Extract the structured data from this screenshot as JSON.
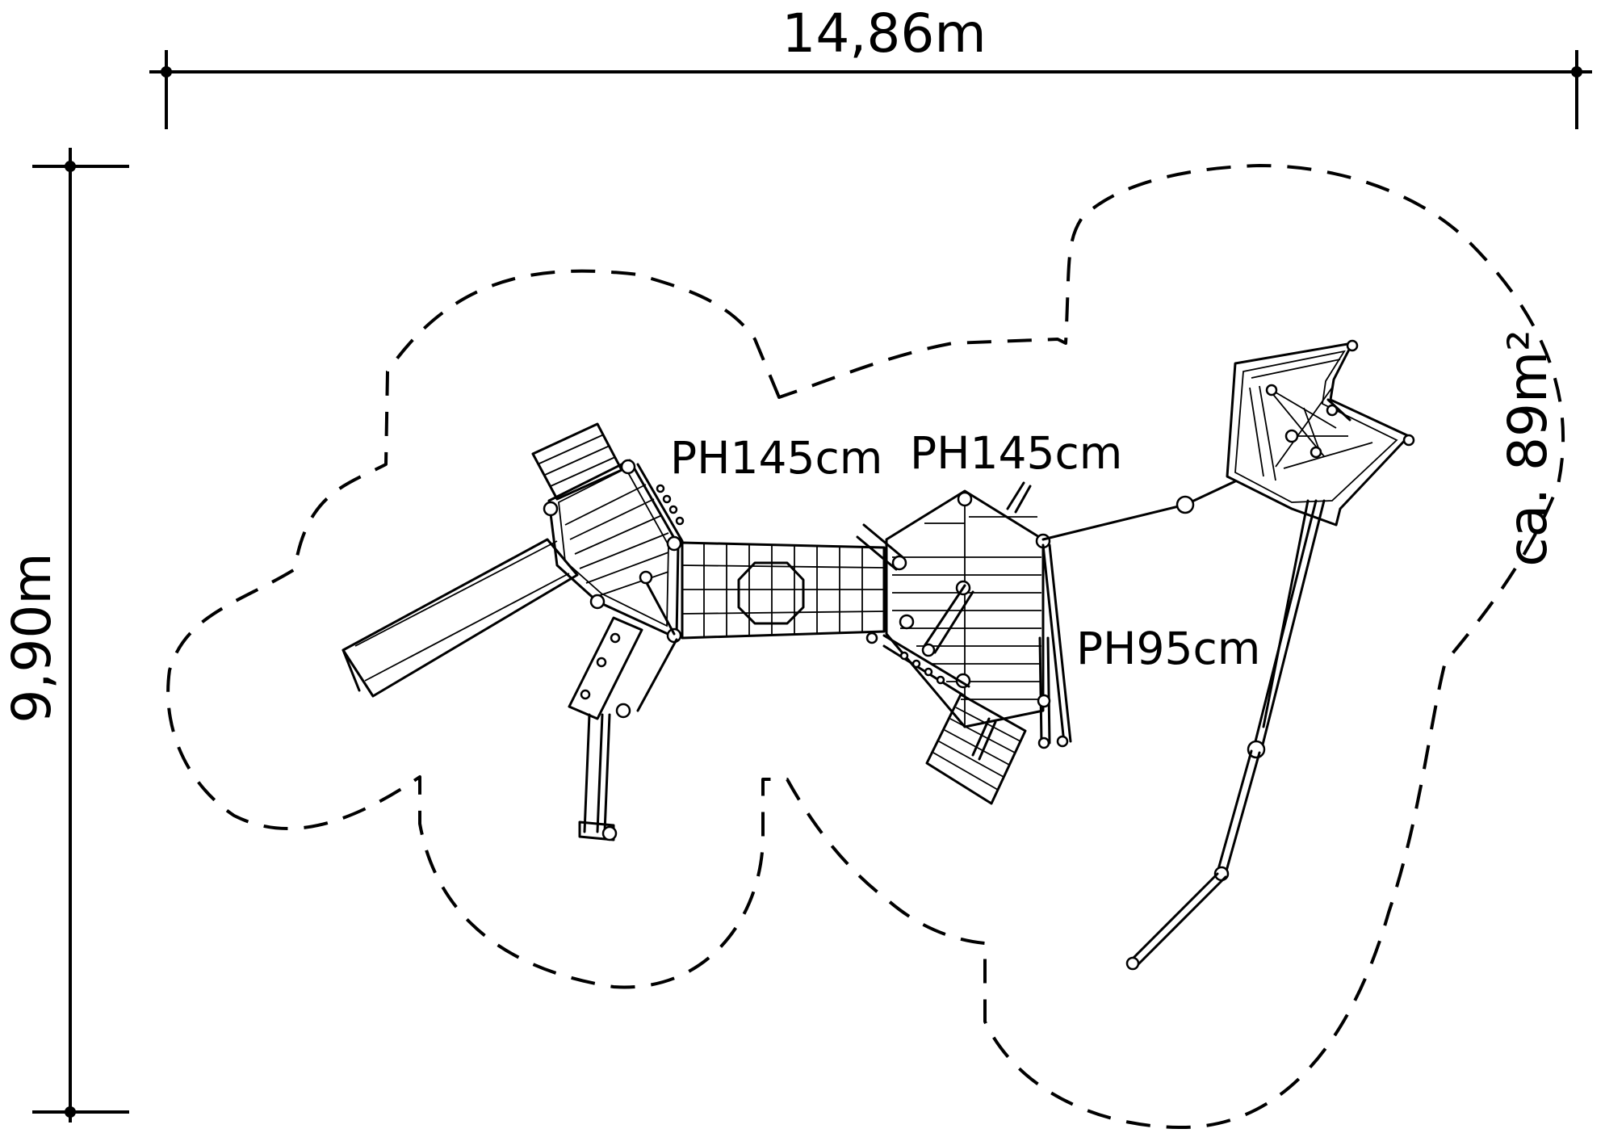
{
  "dimensions": {
    "width_label": "14,86m",
    "height_label": "9,90m",
    "area_label": "ca. 89m²"
  },
  "platform_labels": {
    "left_tower": "PH145cm",
    "middle_tower": "PH145cm",
    "ramp": "PH95cm"
  },
  "colors": {
    "line": "#000000",
    "background": "#ffffff"
  }
}
